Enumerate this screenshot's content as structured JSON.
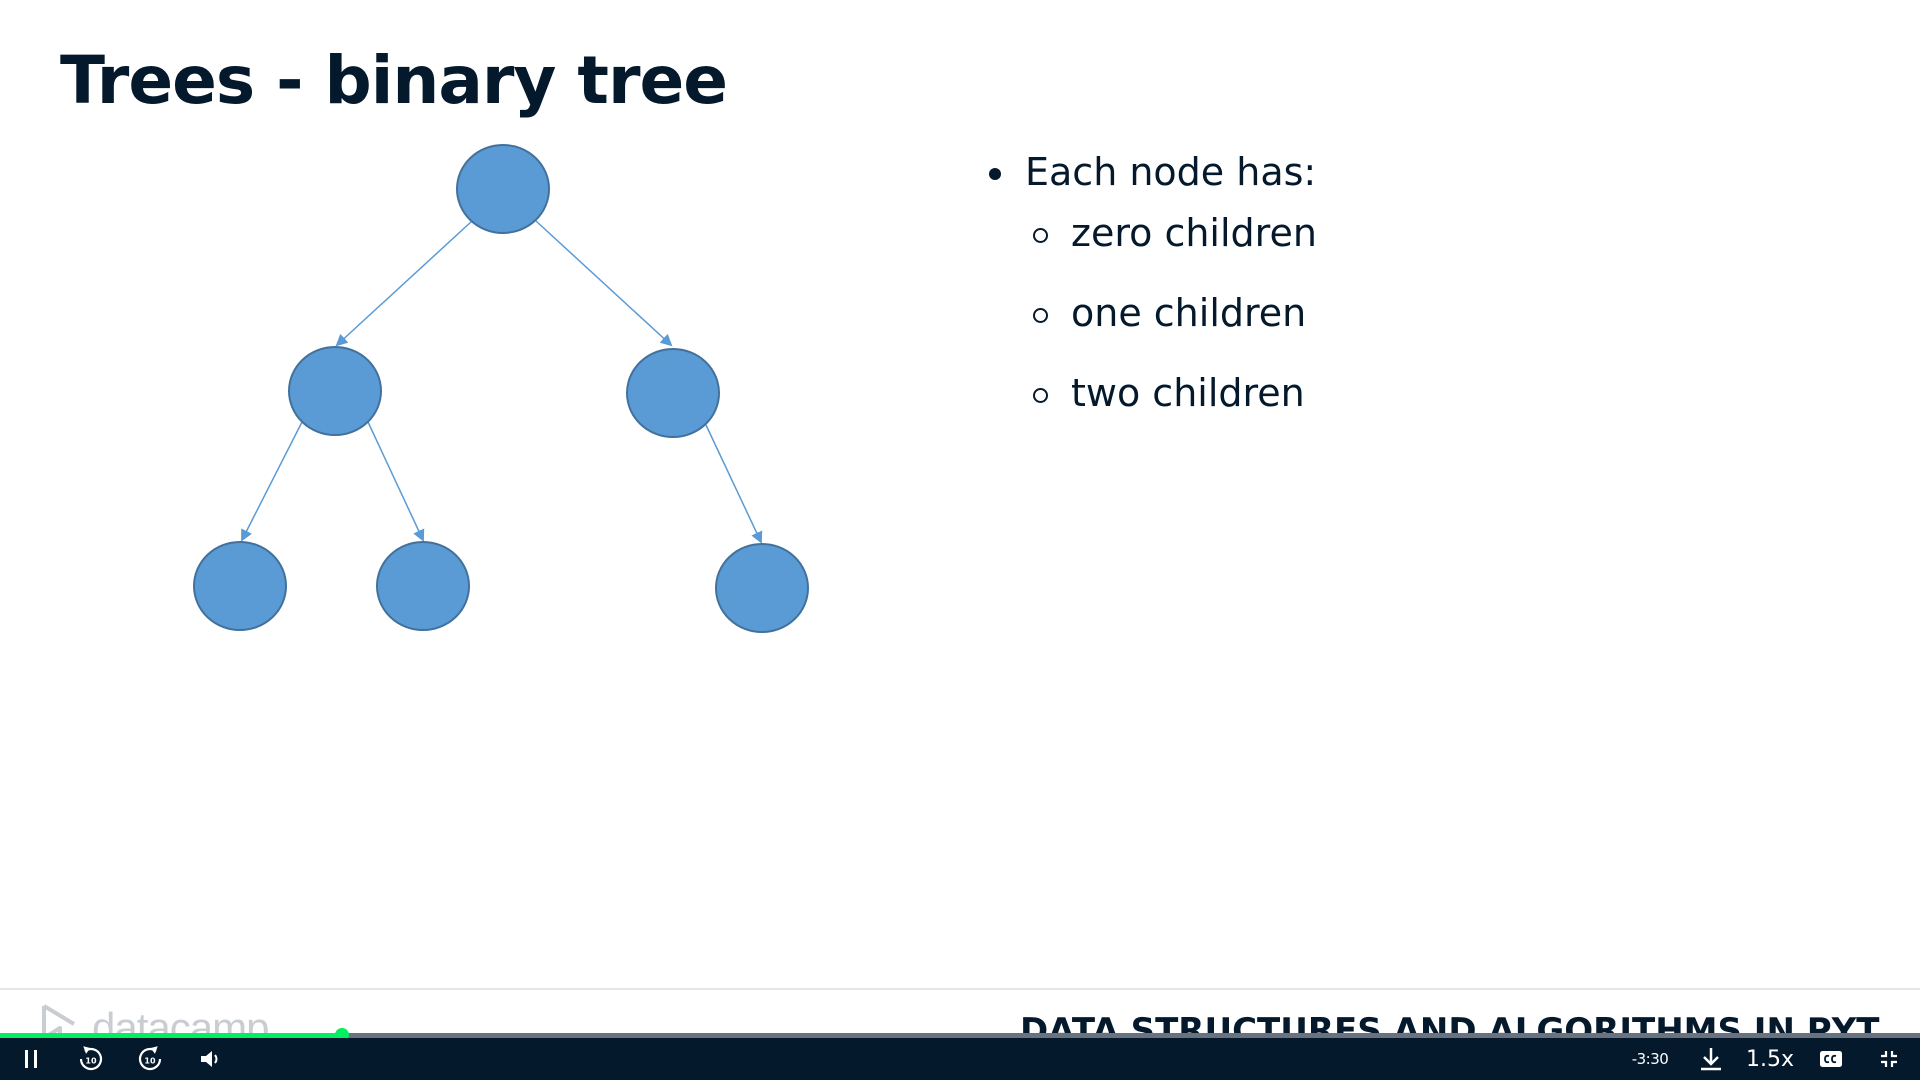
{
  "slide": {
    "title": "Trees - binary tree",
    "bullets": {
      "main": "Each node has:",
      "sub_items": [
        "zero children",
        "one children",
        "two children"
      ]
    },
    "tree": {
      "node_color": "#5b9bd5",
      "node_border_color": "#41719c",
      "edge_color": "#5b9bd5"
    }
  },
  "footer": {
    "brand_logo_text": "datacamp",
    "course_name": "DATA STRUCTURES AND ALGORITHMS IN PYTHON"
  },
  "player": {
    "progress_fraction": 0.178,
    "time_remaining": "-3:30",
    "playback_speed": "1.5x",
    "accent_color": "#03ef62",
    "bar_color": "#05192d",
    "icons": {
      "play_pause": "pause-icon",
      "rewind": "rewind-10-icon",
      "forward": "forward-10-icon",
      "volume": "volume-icon",
      "download": "download-icon",
      "captions": "captions-icon",
      "fullscreen": "exit-fullscreen-icon"
    }
  }
}
